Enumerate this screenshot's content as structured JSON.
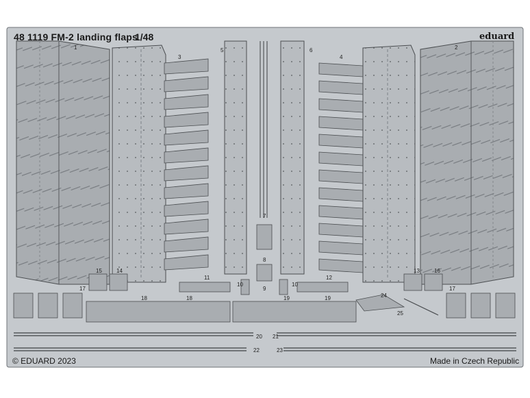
{
  "header": {
    "title": "48 1119 FM-2 landing flaps",
    "scale": "1/48",
    "brand": "eduard"
  },
  "footer": {
    "copyright": "© EDUARD 2023",
    "made_in": "Made in Czech Republic"
  },
  "part_numbers": [
    "1",
    "2",
    "3",
    "4",
    "5",
    "6",
    "7",
    "8",
    "9",
    "10",
    "10",
    "11",
    "12",
    "13",
    "14",
    "15",
    "16",
    "17",
    "17",
    "18",
    "18",
    "19",
    "19",
    "20",
    "21",
    "22",
    "23",
    "24",
    "25"
  ],
  "colors": {
    "fret": "#c5c9cd",
    "part": "#a9adb1",
    "outline": "#4a4d50",
    "background": "#ffffff"
  }
}
